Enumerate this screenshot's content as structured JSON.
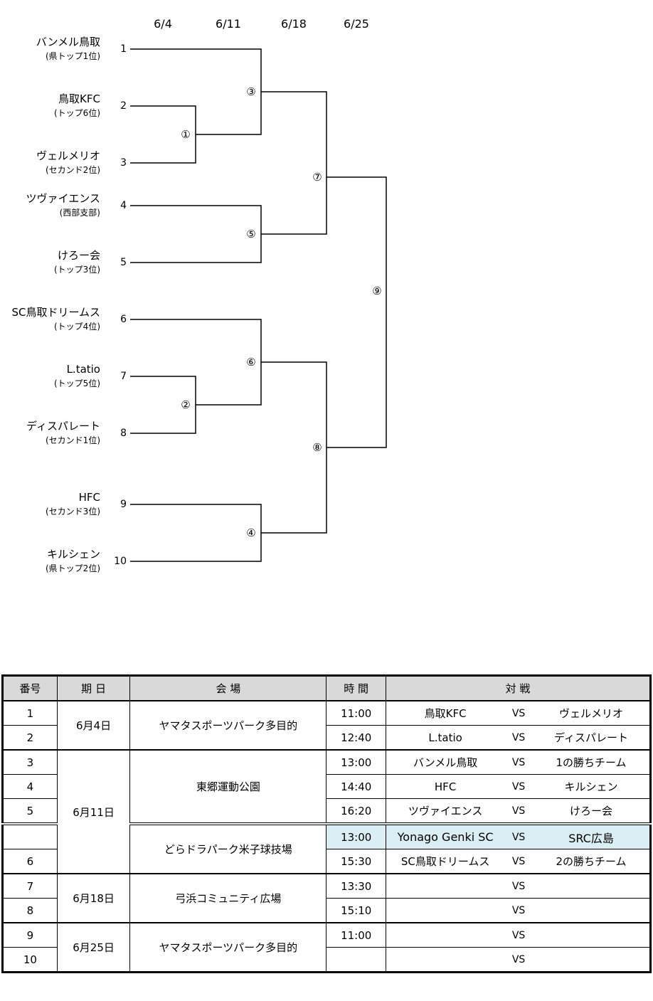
{
  "dates": [
    "6/4",
    "6/11",
    "6/18",
    "6/25"
  ],
  "teams": [
    {
      "seed": "1",
      "name": "バンメル鳥取",
      "rank": "(県トップ1位)"
    },
    {
      "seed": "2",
      "name": "鳥取KFC",
      "rank": "(トップ6位)"
    },
    {
      "seed": "3",
      "name": "ヴェルメリオ",
      "rank": "(セカンド2位)"
    },
    {
      "seed": "4",
      "name": "ツヴァイエンス",
      "rank": "(西部支部)"
    },
    {
      "seed": "5",
      "name": "けろー会",
      "rank": "(トップ3位)"
    },
    {
      "seed": "6",
      "name": "SC鳥取ドリームス",
      "rank": "(トップ4位)"
    },
    {
      "seed": "7",
      "name": "L.tatio",
      "rank": "(トップ5位)"
    },
    {
      "seed": "8",
      "name": "ディスパレート",
      "rank": "(セカンド1位)"
    },
    {
      "seed": "9",
      "name": "HFC",
      "rank": "(セカンド3位)"
    },
    {
      "seed": "10",
      "name": "キルシェン",
      "rank": "(県トップ2位)"
    }
  ],
  "matches": [
    "①",
    "②",
    "③",
    "④",
    "⑤",
    "⑥",
    "⑦",
    "⑧",
    "⑨"
  ],
  "table": {
    "headers": {
      "no": "番号",
      "date": "期 日",
      "venue": "会 場",
      "time": "時 間",
      "match": "対 戦"
    },
    "vs": "VS",
    "dates": [
      "6月4日",
      "6月11日",
      "6月18日",
      "6月25日"
    ],
    "venues": [
      "ヤマタスポーツパーク多目的",
      "東郷運動公園",
      "どらドラパーク米子球技場",
      "弓浜コミュニティ広場",
      "ヤマタスポーツパーク多目的"
    ],
    "rows": [
      {
        "no": "1",
        "time": "11:00",
        "home": "鳥取KFC",
        "away": "ヴェルメリオ"
      },
      {
        "no": "2",
        "time": "12:40",
        "home": "L.tatio",
        "away": "ディスパレート"
      },
      {
        "no": "3",
        "time": "13:00",
        "home": "バンメル鳥取",
        "away": "1の勝ちチーム"
      },
      {
        "no": "4",
        "time": "14:40",
        "home": "HFC",
        "away": "キルシェン"
      },
      {
        "no": "5",
        "time": "16:20",
        "home": "ツヴァイエンス",
        "away": "けろー会"
      },
      {
        "no": "",
        "time": "13:00",
        "home": "Yonago Genki SC",
        "away": "SRC広島"
      },
      {
        "no": "6",
        "time": "15:30",
        "home": "SC鳥取ドリームス",
        "away": "2の勝ちチーム"
      },
      {
        "no": "7",
        "time": "13:30",
        "home": "",
        "away": ""
      },
      {
        "no": "8",
        "time": "15:10",
        "home": "",
        "away": ""
      },
      {
        "no": "9",
        "time": "11:00",
        "home": "",
        "away": ""
      },
      {
        "no": "10",
        "time": "",
        "home": "",
        "away": ""
      }
    ]
  }
}
